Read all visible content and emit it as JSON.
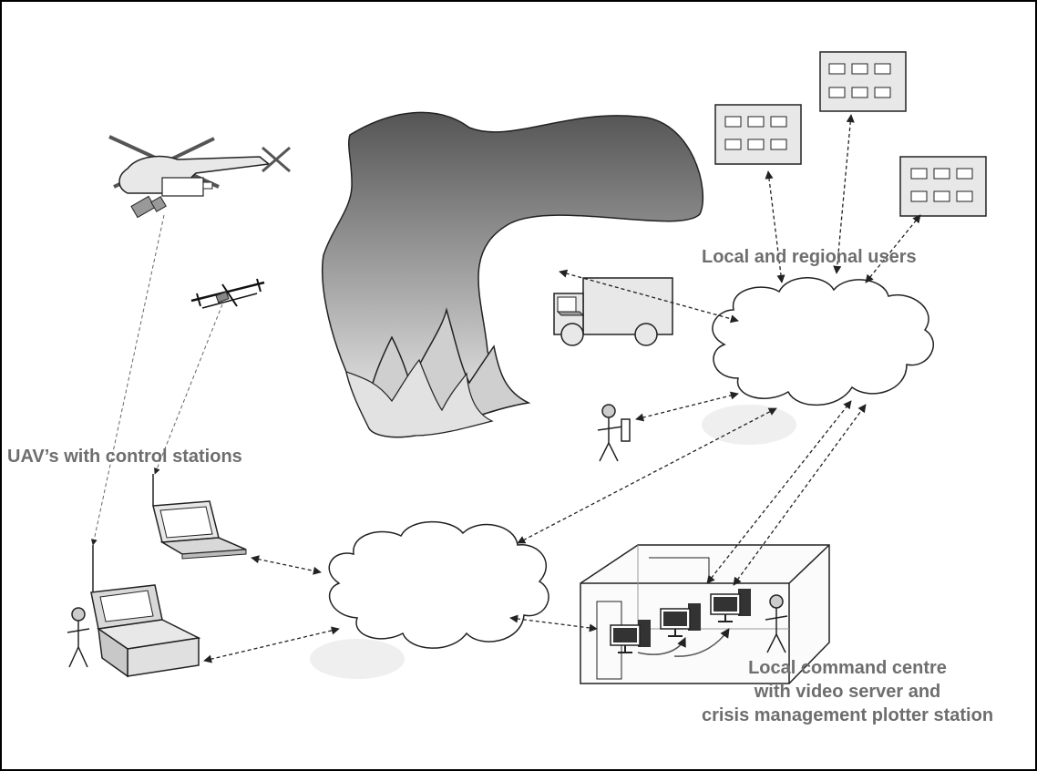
{
  "labels": {
    "local_regional_users": "Local and regional users",
    "uav_control_stations": "UAV’s with control stations",
    "command_centre": {
      "line1": "Local command centre",
      "line2": "with video server and",
      "line3": "crisis management plotter station"
    }
  },
  "colors": {
    "label_text": "#6e6e6e",
    "outline": "#222222",
    "fill_light": "#e8e8e8",
    "smoke_dark": "#555555",
    "smoke_light": "#f2f2f2",
    "shadow": "#efefef"
  }
}
